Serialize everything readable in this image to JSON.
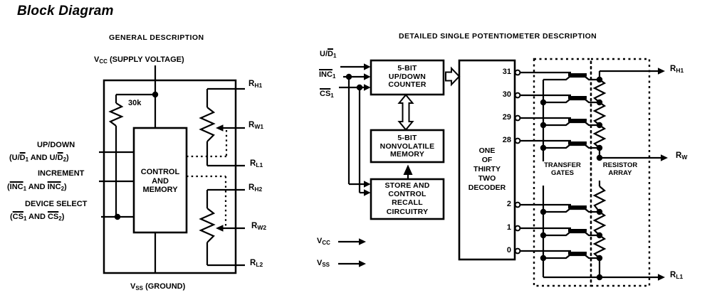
{
  "title": "Block Diagram",
  "left": {
    "heading": "GENERAL DESCRIPTION",
    "vcc_label": {
      "v": "V",
      "sub": "CC",
      "rest": " (SUPPLY VOLTAGE)"
    },
    "vss_label": {
      "v": "V",
      "sub": "SS",
      "rest": " (GROUND)"
    },
    "pullup_value": "30k",
    "inputs": {
      "up_down_title": "UP/DOWN",
      "ud_pins": {
        "pre": "(U/",
        "bar1": "D",
        "sub1": "1",
        "mid": " AND U/",
        "bar2": "D",
        "sub2": "2",
        "post": ")"
      },
      "increment_title": "INCREMENT",
      "inc_pins": {
        "pre": "(",
        "bar1": "INC",
        "sub1": "1",
        "mid": " AND ",
        "bar2": "INC",
        "sub2": "2",
        "post": ")"
      },
      "device_select_title": "DEVICE SELECT",
      "cs_pins": {
        "pre": "(",
        "bar1": "CS",
        "sub1": "1",
        "mid": " AND ",
        "bar2": "CS",
        "sub2": "2",
        "post": ")"
      }
    },
    "control_box": {
      "line1": "CONTROL",
      "line2": "AND",
      "line3": "MEMORY"
    },
    "terminals": {
      "rh1": {
        "r": "R",
        "sub": "H1"
      },
      "rw1": {
        "r": "R",
        "sub": "W1"
      },
      "rl1": {
        "r": "R",
        "sub": "L1"
      },
      "rh2": {
        "r": "R",
        "sub": "H2"
      },
      "rw2": {
        "r": "R",
        "sub": "W2"
      },
      "rl2": {
        "r": "R",
        "sub": "L2"
      }
    }
  },
  "right": {
    "heading": "DETAILED SINGLE POTENTIOMETER DESCRIPTION",
    "inputs": {
      "ud1": {
        "pre": "U/",
        "bar": "D",
        "sub": "1"
      },
      "inc1": {
        "bar": "INC",
        "sub": "1"
      },
      "cs1": {
        "bar": "CS",
        "sub": "1"
      }
    },
    "counter_box": {
      "line1": "5-BIT",
      "line2": "UP/DOWN",
      "line3": "COUNTER"
    },
    "memory_box": {
      "line1": "5-BIT",
      "line2": "NONVOLATILE",
      "line3": "MEMORY"
    },
    "store_box": {
      "line1": "STORE AND",
      "line2": "CONTROL",
      "line3": "RECALL",
      "line4": "CIRCUITRY"
    },
    "decoder_box": {
      "line1": "ONE",
      "line2": "OF",
      "line3": "THIRTY",
      "line4": "TWO",
      "line5": "DECODER"
    },
    "decoder_outputs": [
      "31",
      "30",
      "29",
      "28",
      "2",
      "1",
      "0"
    ],
    "transfer_gates_label": {
      "line1": "TRANSFER",
      "line2": "GATES"
    },
    "resistor_array_label": {
      "line1": "RESISTOR",
      "line2": "ARRAY"
    },
    "supplies": {
      "vcc": {
        "v": "V",
        "sub": "CC"
      },
      "vss": {
        "v": "V",
        "sub": "SS"
      }
    },
    "terminals": {
      "rh1": {
        "r": "R",
        "sub": "H1"
      },
      "rw": {
        "r": "R",
        "sub": "W"
      },
      "rl1": {
        "r": "R",
        "sub": "L1"
      }
    }
  },
  "colors": {
    "ink": "#000000",
    "background": "#ffffff"
  }
}
